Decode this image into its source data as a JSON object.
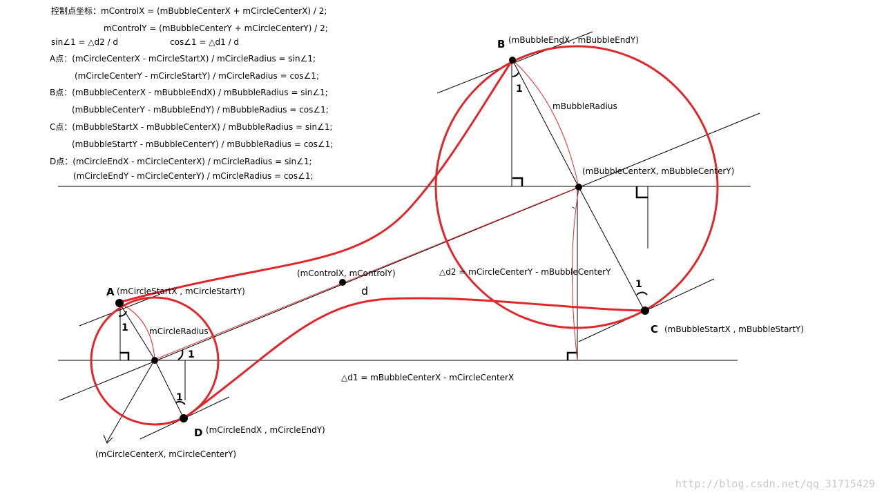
{
  "formulas": {
    "control_x": "控制点坐标：mControlX = (mBubbleCenterX + mCircleCenterX) / 2;",
    "control_y": "mControlY = (mBubbleCenterY + mCircleCenterY) / 2;",
    "sin": "sin∠1 = △d2 / d",
    "cos": "cos∠1 = △d1 / d",
    "a1": "A点：(mCircleCenterX - mCircleStartX) / mCircleRadius = sin∠1;",
    "a2": "(mCircleCenterY - mCircleStartY) / mCircleRadius = cos∠1;",
    "b1": "B点：(mBubbleCenterX - mBubbleEndX) / mBubbleRadius = sin∠1;",
    "b2": "(mBubbleCenterY - mBubbleEndY) / mBubbleRadius = cos∠1;",
    "c1": "C点：(mBubbleStartX - mBubbleCenterX) / mBubbleRadius = sin∠1;",
    "c2": "(mBubbleStartY - mBubbleCenterY) / mBubbleRadius = cos∠1;",
    "d1": "D点：(mCircleEndX - mCircleCenterX) / mCircleRadius = sin∠1;",
    "d2": "(mCircleEndY - mCircleCenterY) / mCircleRadius = cos∠1;"
  },
  "points": {
    "A": {
      "letter": "A",
      "label": "(mCircleStartX , mCircleStartY)"
    },
    "B": {
      "letter": "B",
      "label": "(mBubbleEndX , mBubbleEndY)"
    },
    "C": {
      "letter": "C",
      "label": "(mBubbleStartX , mBubbleStartY)"
    },
    "D": {
      "letter": "D",
      "label": "(mCircleEndX , mCircleEndY)"
    },
    "bubble_center": "(mBubbleCenterX, mBubbleCenterY)",
    "circle_center": "(mCircleCenterX, mCircleCenterY)",
    "control": "(mControlX, mControlY)"
  },
  "labels": {
    "bubble_radius": "mBubbleRadius",
    "circle_radius": "mCircleRadius",
    "d": "d",
    "delta_d1": "△d1 = mBubbleCenterX - mCircleCenterX",
    "delta_d2": "△d2 =  mCircleCenterY - mBubbleCenterY",
    "angle_one": "1"
  },
  "watermark": "http://blog.csdn.net/qq_31715429",
  "colors": {
    "curve": "#e0262b",
    "lines": "#000000",
    "watermark": "#c9c9c9"
  }
}
